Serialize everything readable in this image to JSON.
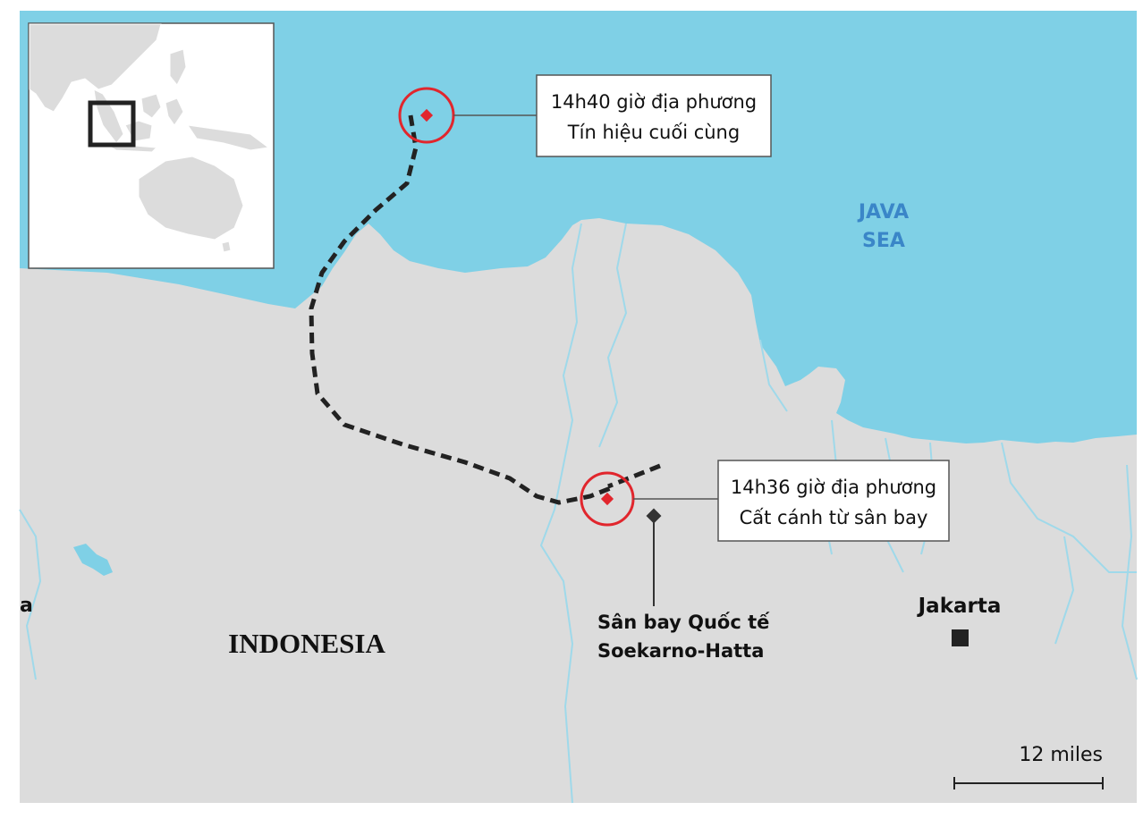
{
  "map": {
    "country_label": "INDONESIA",
    "sea_label_line1": "JAVA",
    "sea_label_line2": "SEA",
    "city_label": "Jakarta",
    "edge_label_fragment": "a",
    "airport_label_line1": "Sân bay Quốc tế",
    "airport_label_line2": "Soekarno-Hatta",
    "scale_label": "12 miles",
    "colors": {
      "water": "#7fd0e6",
      "land": "#dcdcdc",
      "river": "#9fd9ea",
      "marker": "#e1262d",
      "sea_label": "#3a86c8",
      "path": "#222222"
    }
  },
  "callouts": {
    "last_signal": {
      "line1": "14h40 giờ địa phương",
      "line2": "Tín hiệu cuối cùng"
    },
    "takeoff": {
      "line1": "14h36 giờ địa phương",
      "line2": "Cất cánh từ sân bay"
    }
  },
  "inset": {
    "icon": "locator-box-icon"
  }
}
